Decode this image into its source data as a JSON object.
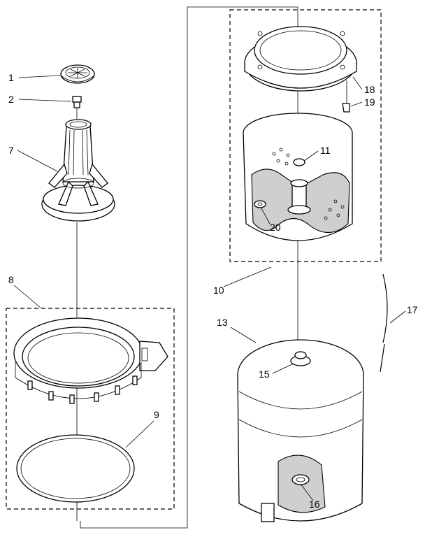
{
  "callouts": {
    "c1": "1",
    "c2": "2",
    "c7": "7",
    "c8": "8",
    "c9": "9",
    "c10": "10",
    "c11": "11",
    "c13": "13",
    "c15": "15",
    "c16": "16",
    "c17": "17",
    "c18": "18",
    "c19": "19",
    "c20": "20"
  },
  "colors": {
    "ink": "#000000",
    "paper": "#ffffff",
    "shade": "#cfcfcf"
  }
}
